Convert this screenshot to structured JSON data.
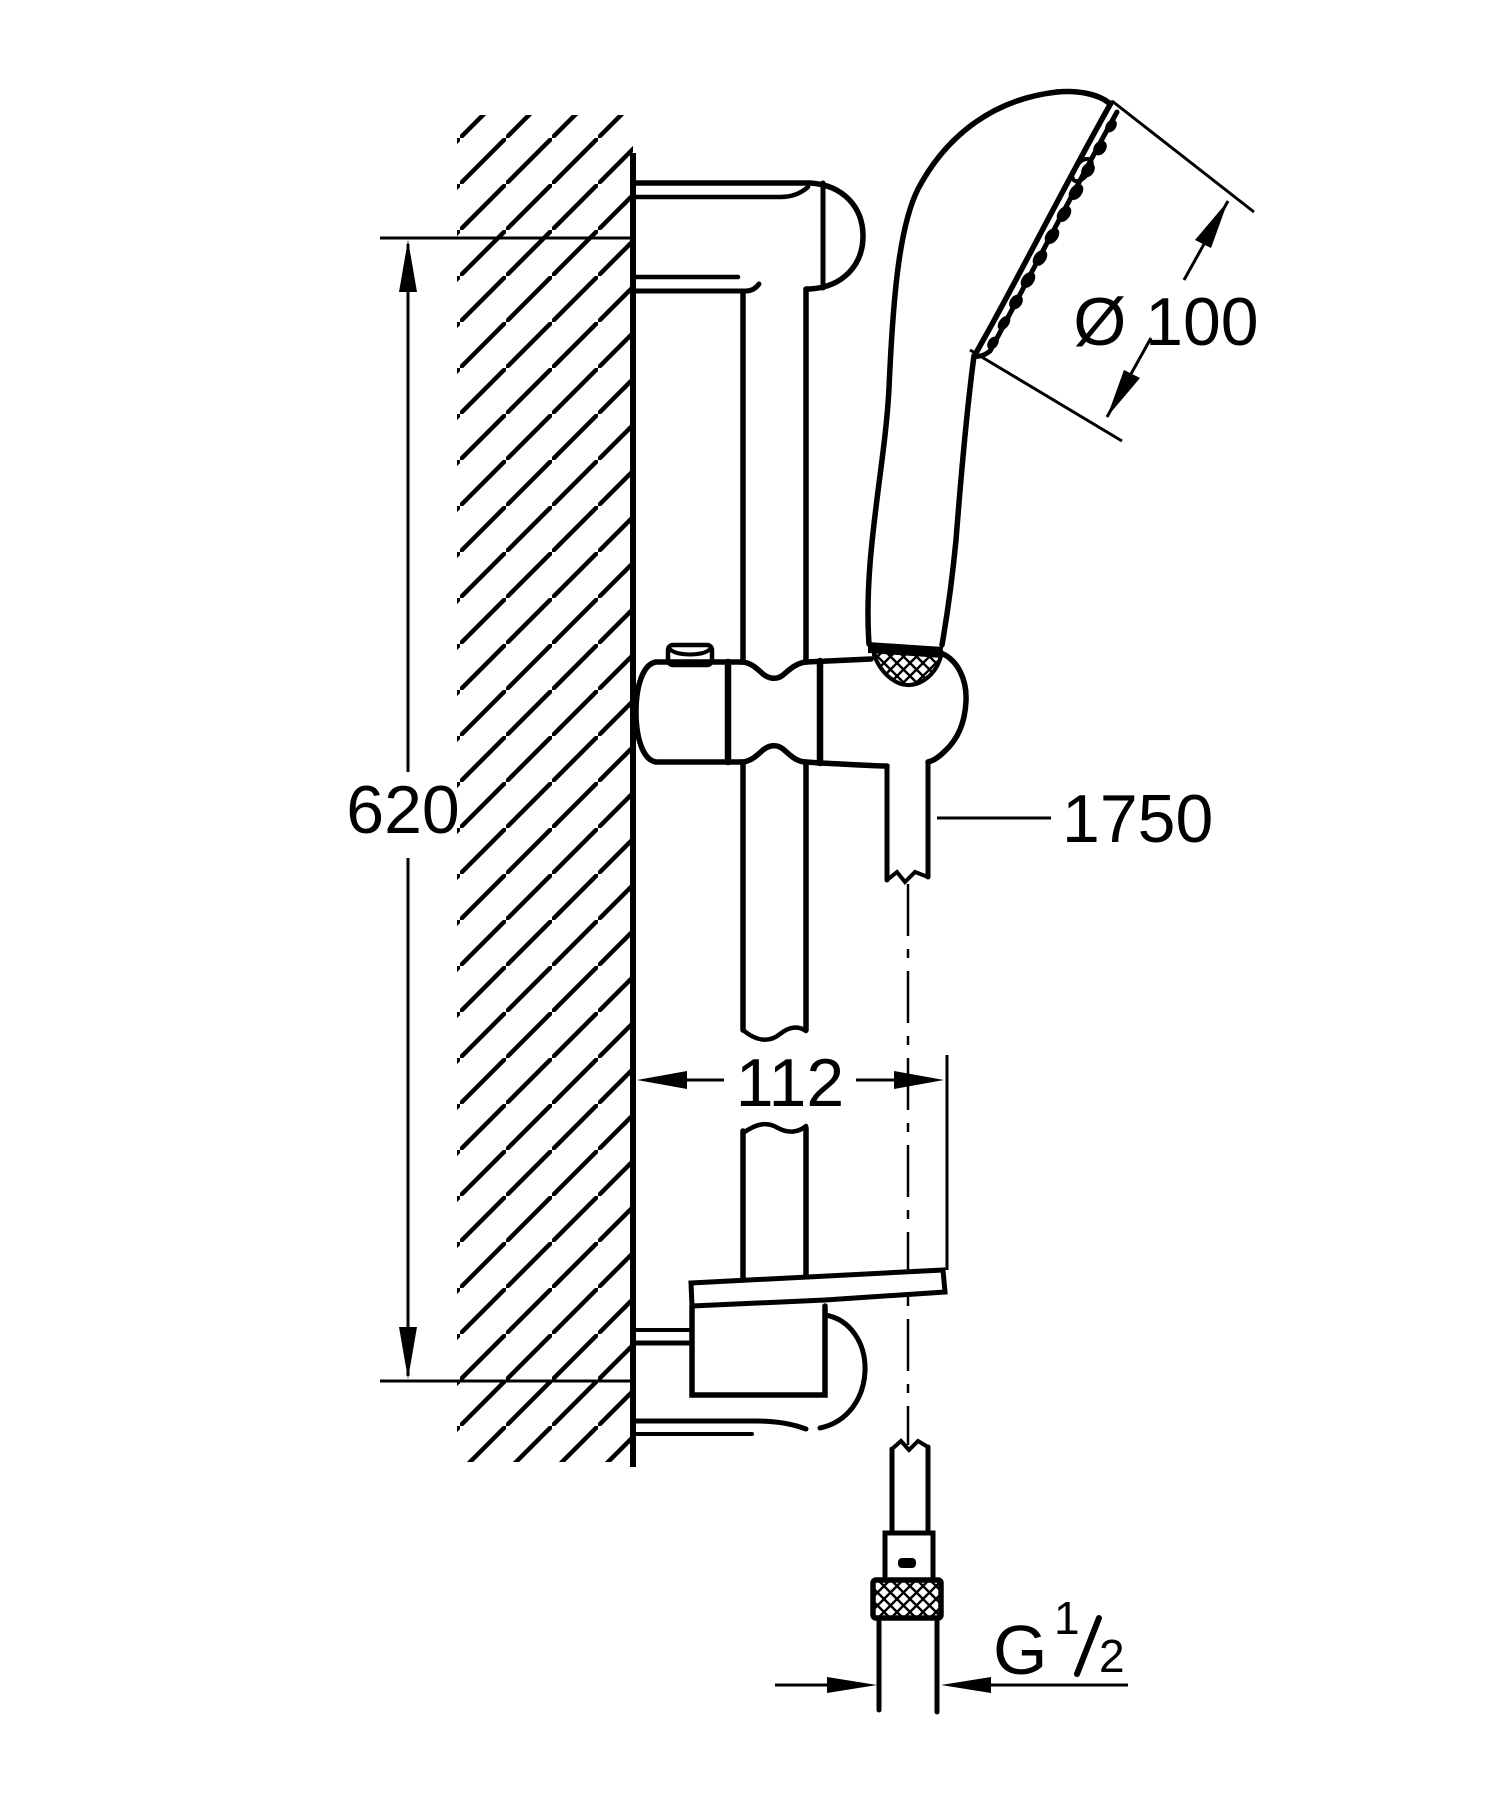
{
  "drawing": {
    "type": "technical dimension drawing",
    "subject": "hand shower rail set with hose, side elevation on wall",
    "background_color": "#ffffff",
    "line_color": "#000000",
    "labels": {
      "rail_mounting_height": "620",
      "wall_offset": "112",
      "hose_length": "1750",
      "head_diameter": "Ø 100",
      "thread_letter": "G",
      "thread_numerator": "1",
      "thread_denominator": "2"
    }
  }
}
